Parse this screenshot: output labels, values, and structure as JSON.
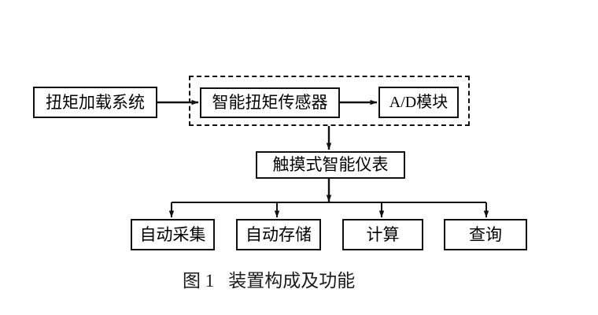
{
  "figure": {
    "caption_label": "图 1",
    "caption_title": "装置构成及功能",
    "background_color": "#ffffff",
    "line_color": "#111111"
  },
  "nodes": {
    "torque_loading_system": "扭矩加载系统",
    "smart_torque_sensor": "智能扭矩传感器",
    "ad_module": "A/D模块",
    "touch_smart_instrument": "触摸式智能仪表",
    "auto_acquisition": "自动采集",
    "auto_storage": "自动存储",
    "calculation": "计算",
    "query": "查询"
  },
  "groups": {
    "sensor_group": ""
  }
}
